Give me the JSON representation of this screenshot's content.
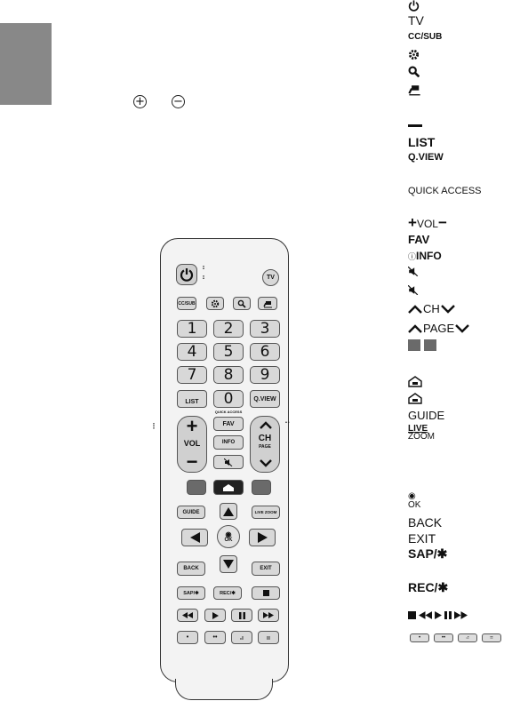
{
  "remote": {
    "tv": "TV",
    "cc_sub": "CC/SUB",
    "numbers": [
      "1",
      "2",
      "3",
      "4",
      "5",
      "6",
      "7",
      "8",
      "9",
      "0"
    ],
    "list": "LIST",
    "q_view": "Q.VIEW",
    "quick_access": "QUICK ACCESS",
    "fav": "FAV",
    "vol": "VOL",
    "ch": "CH",
    "page": "PAGE",
    "info": "INFO",
    "guide": "GUIDE",
    "live_zoom": "LIVE ZOOM",
    "ok": "OK",
    "back": "BACK",
    "exit": "EXIT",
    "sap": "SAP/✱",
    "rec": "REC/✱"
  },
  "legend": {
    "tv": "TV",
    "cc_sub": "CC/SUB",
    "list": "LIST",
    "q_view": "Q.VIEW",
    "quick_access": "QUICK ACCESS",
    "vol": "VOL",
    "fav": "FAV",
    "info": "INFO",
    "ch": "CH",
    "page": "PAGE",
    "guide": "GUIDE",
    "live": "LIVE",
    "zoom": "ZOOM",
    "ok": "OK",
    "back": "BACK",
    "exit": "EXIT",
    "sap": "SAP/✱",
    "rec": "REC/✱"
  },
  "intro": {
    "plus": "+",
    "minus": "−"
  },
  "icons": [
    "power-icon",
    "settings-gear-icon",
    "search-icon",
    "input-icon",
    "mute-icon",
    "home-icon",
    "play-icon",
    "pause-icon",
    "stop-icon",
    "rewind-icon",
    "fast-forward-icon"
  ]
}
